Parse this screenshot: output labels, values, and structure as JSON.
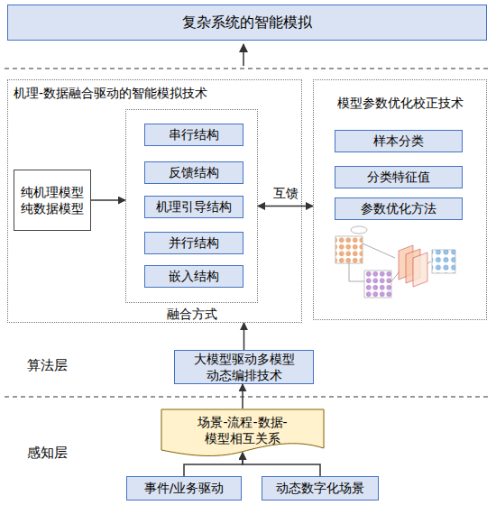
{
  "diagram": {
    "nodes": [
      {
        "text": [
          "复杂系统的智能模拟"
        ]
      },
      {
        "text": [
          "机理-数据融合驱动的智能模拟技术"
        ]
      },
      {
        "text": [
          "纯机理模型 纯数据模型"
        ],
        "in": 1
      },
      {
        "text": [
          "融合方式"
        ],
        "in": 1
      },
      {
        "text": [
          "串行结构"
        ],
        "in": 3
      },
      {
        "text": [
          "反馈结构"
        ],
        "in": 3
      },
      {
        "text": [
          "机理引导结构"
        ],
        "in": 3
      },
      {
        "text": [
          "并行结构"
        ],
        "in": 3
      },
      {
        "text": [
          "嵌入结构"
        ],
        "in": 3
      },
      {
        "text": [
          "模型参数优化校正技术"
        ]
      },
      {
        "text": [
          "样本分类"
        ],
        "in": 9
      },
      {
        "text": [
          "分类特征值"
        ],
        "in": 9
      },
      {
        "text": [
          "参数优化方法"
        ],
        "in": 9
      },
      {
        "text": [
          "大模型驱动多模型 动态编排技术"
        ]
      },
      {
        "text": [
          "场景-流程-数据- 模型相互关系"
        ]
      },
      {
        "text": [
          "事件/业务驱动"
        ]
      },
      {
        "text": [
          "动态数字化场景"
        ]
      }
    ],
    "edges": [
      {
        "from": 2,
        "to": 3,
        "arrow": "to"
      },
      {
        "from": 3,
        "to": 9,
        "arrow": "both",
        "label": "互馈"
      },
      {
        "from": 13,
        "to": 1,
        "arrow": "to"
      },
      {
        "from": 14,
        "to": 13,
        "arrow": "to"
      },
      {
        "from": 15,
        "to": 14,
        "arrow": "to"
      },
      {
        "from": 16,
        "to": 14,
        "arrow": "to"
      }
    ],
    "labels": [
      "算法层",
      "感知层"
    ]
  }
}
